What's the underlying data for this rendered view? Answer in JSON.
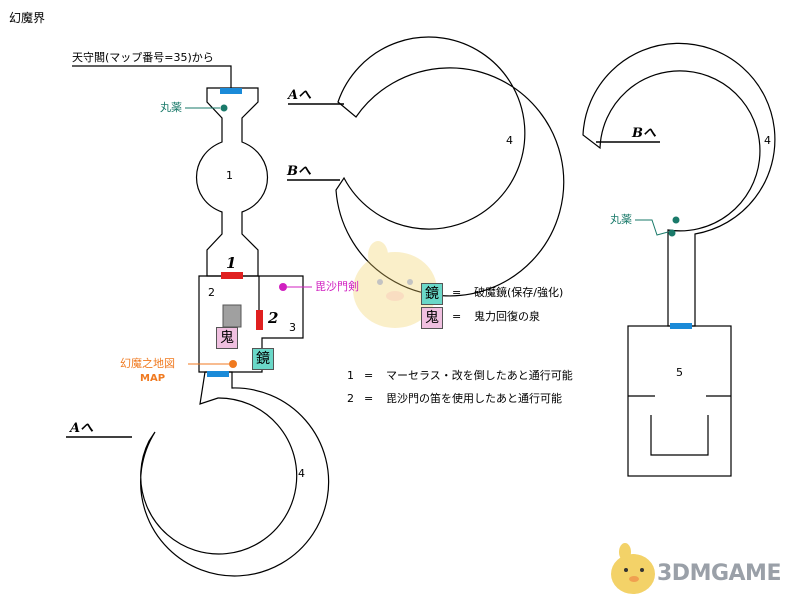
{
  "page": {
    "title": "幻魔界"
  },
  "entrance": {
    "label": "天守閣(マップ番号=35)から"
  },
  "rooms": {
    "r1": "1",
    "r2": "2",
    "r3": "3",
    "r4a": "4",
    "r4b": "4",
    "r4c": "4",
    "r5": "5"
  },
  "doors": {
    "door1": "1",
    "door2": "2"
  },
  "exits": {
    "a_top": "Aへ",
    "b_left": "Bへ",
    "a_bottom": "Aへ",
    "b_right": "Bへ"
  },
  "items": {
    "pill_left": "丸薬",
    "pill_right": "丸薬",
    "sword": "毘沙門剣",
    "map_item": "幻魔之地図",
    "map_word": "MAP",
    "demon_tag": "鬼",
    "mirror_tag": "鏡"
  },
  "legend": [
    {
      "tag": "鏡",
      "eq": "=",
      "text": "破魔鏡(保存/強化)"
    },
    {
      "tag": "鬼",
      "eq": "=",
      "text": "鬼力回復の泉"
    }
  ],
  "notes": [
    {
      "num": "1",
      "eq": "=",
      "text": "マーセラス・改を倒したあと通行可能"
    },
    {
      "num": "2",
      "eq": "=",
      "text": "毘沙門の笛を使用したあと通行可能"
    }
  ],
  "watermark": {
    "text": "3DMGAME"
  },
  "colors": {
    "door_blue": "#1a8ad8",
    "door_red": "#e02020",
    "item_teal": "#1a7a6a",
    "sword_magenta": "#d020c0",
    "map_orange": "#f07a20",
    "mirror_bg": "#6ad8c8",
    "demon_bg": "#f0c0e0",
    "wall": "#000000"
  }
}
